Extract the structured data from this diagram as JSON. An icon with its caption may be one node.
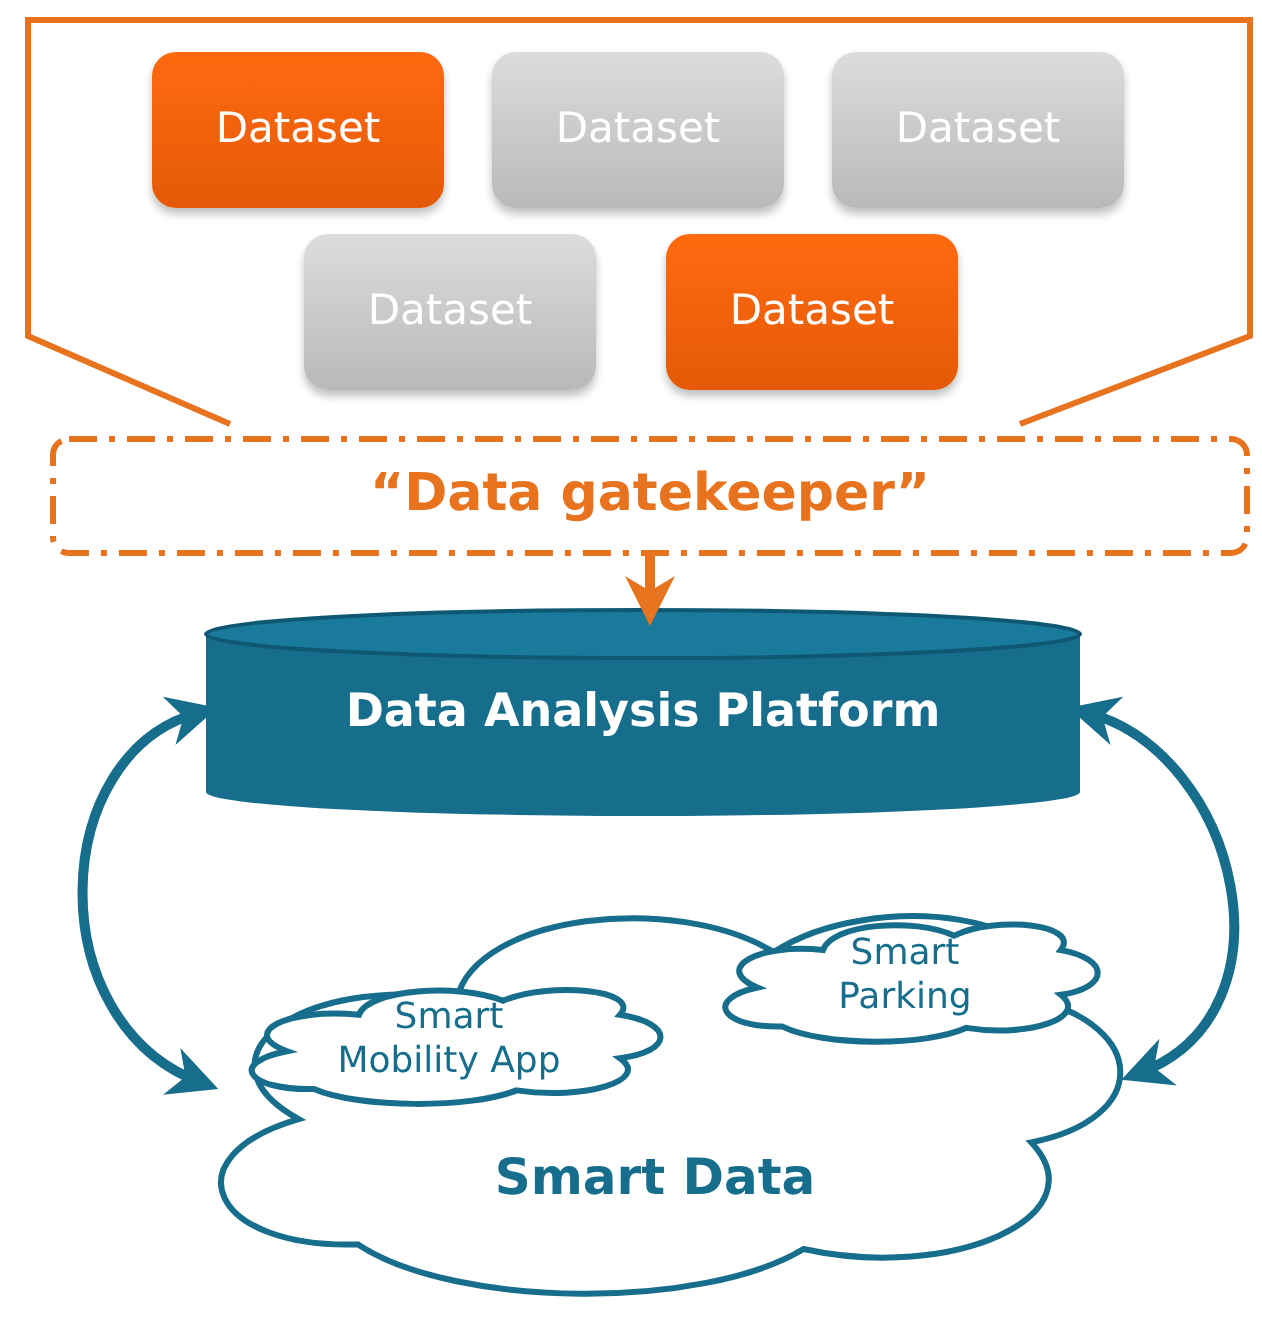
{
  "diagram": {
    "nodes": [
      {
        "text": [],
        "shape": "funnel"
      },
      {
        "text": [
          "Dataset"
        ],
        "in": 0
      },
      {
        "text": [
          "Dataset"
        ],
        "in": 0
      },
      {
        "text": [
          "Dataset"
        ],
        "in": 0
      },
      {
        "text": [
          "Dataset"
        ],
        "in": 0
      },
      {
        "text": [
          "Dataset"
        ],
        "in": 0
      },
      {
        "text": [
          "“Data gatekeeper”"
        ]
      },
      {
        "text": [
          "Data Analysis Platform"
        ]
      },
      {
        "text": [
          "Smart Data"
        ]
      },
      {
        "text": [
          "Smart Mobility App"
        ],
        "in": 8
      },
      {
        "text": [
          "Smart Parking"
        ],
        "in": 8
      }
    ],
    "edges": [
      {
        "from": 6,
        "to": 7,
        "arrow": "to",
        "color": "#e8731f"
      },
      {
        "from": 7,
        "to": 8,
        "arrow": "both"
      },
      {
        "from": 7,
        "to": 8,
        "arrow": "both"
      }
    ]
  }
}
